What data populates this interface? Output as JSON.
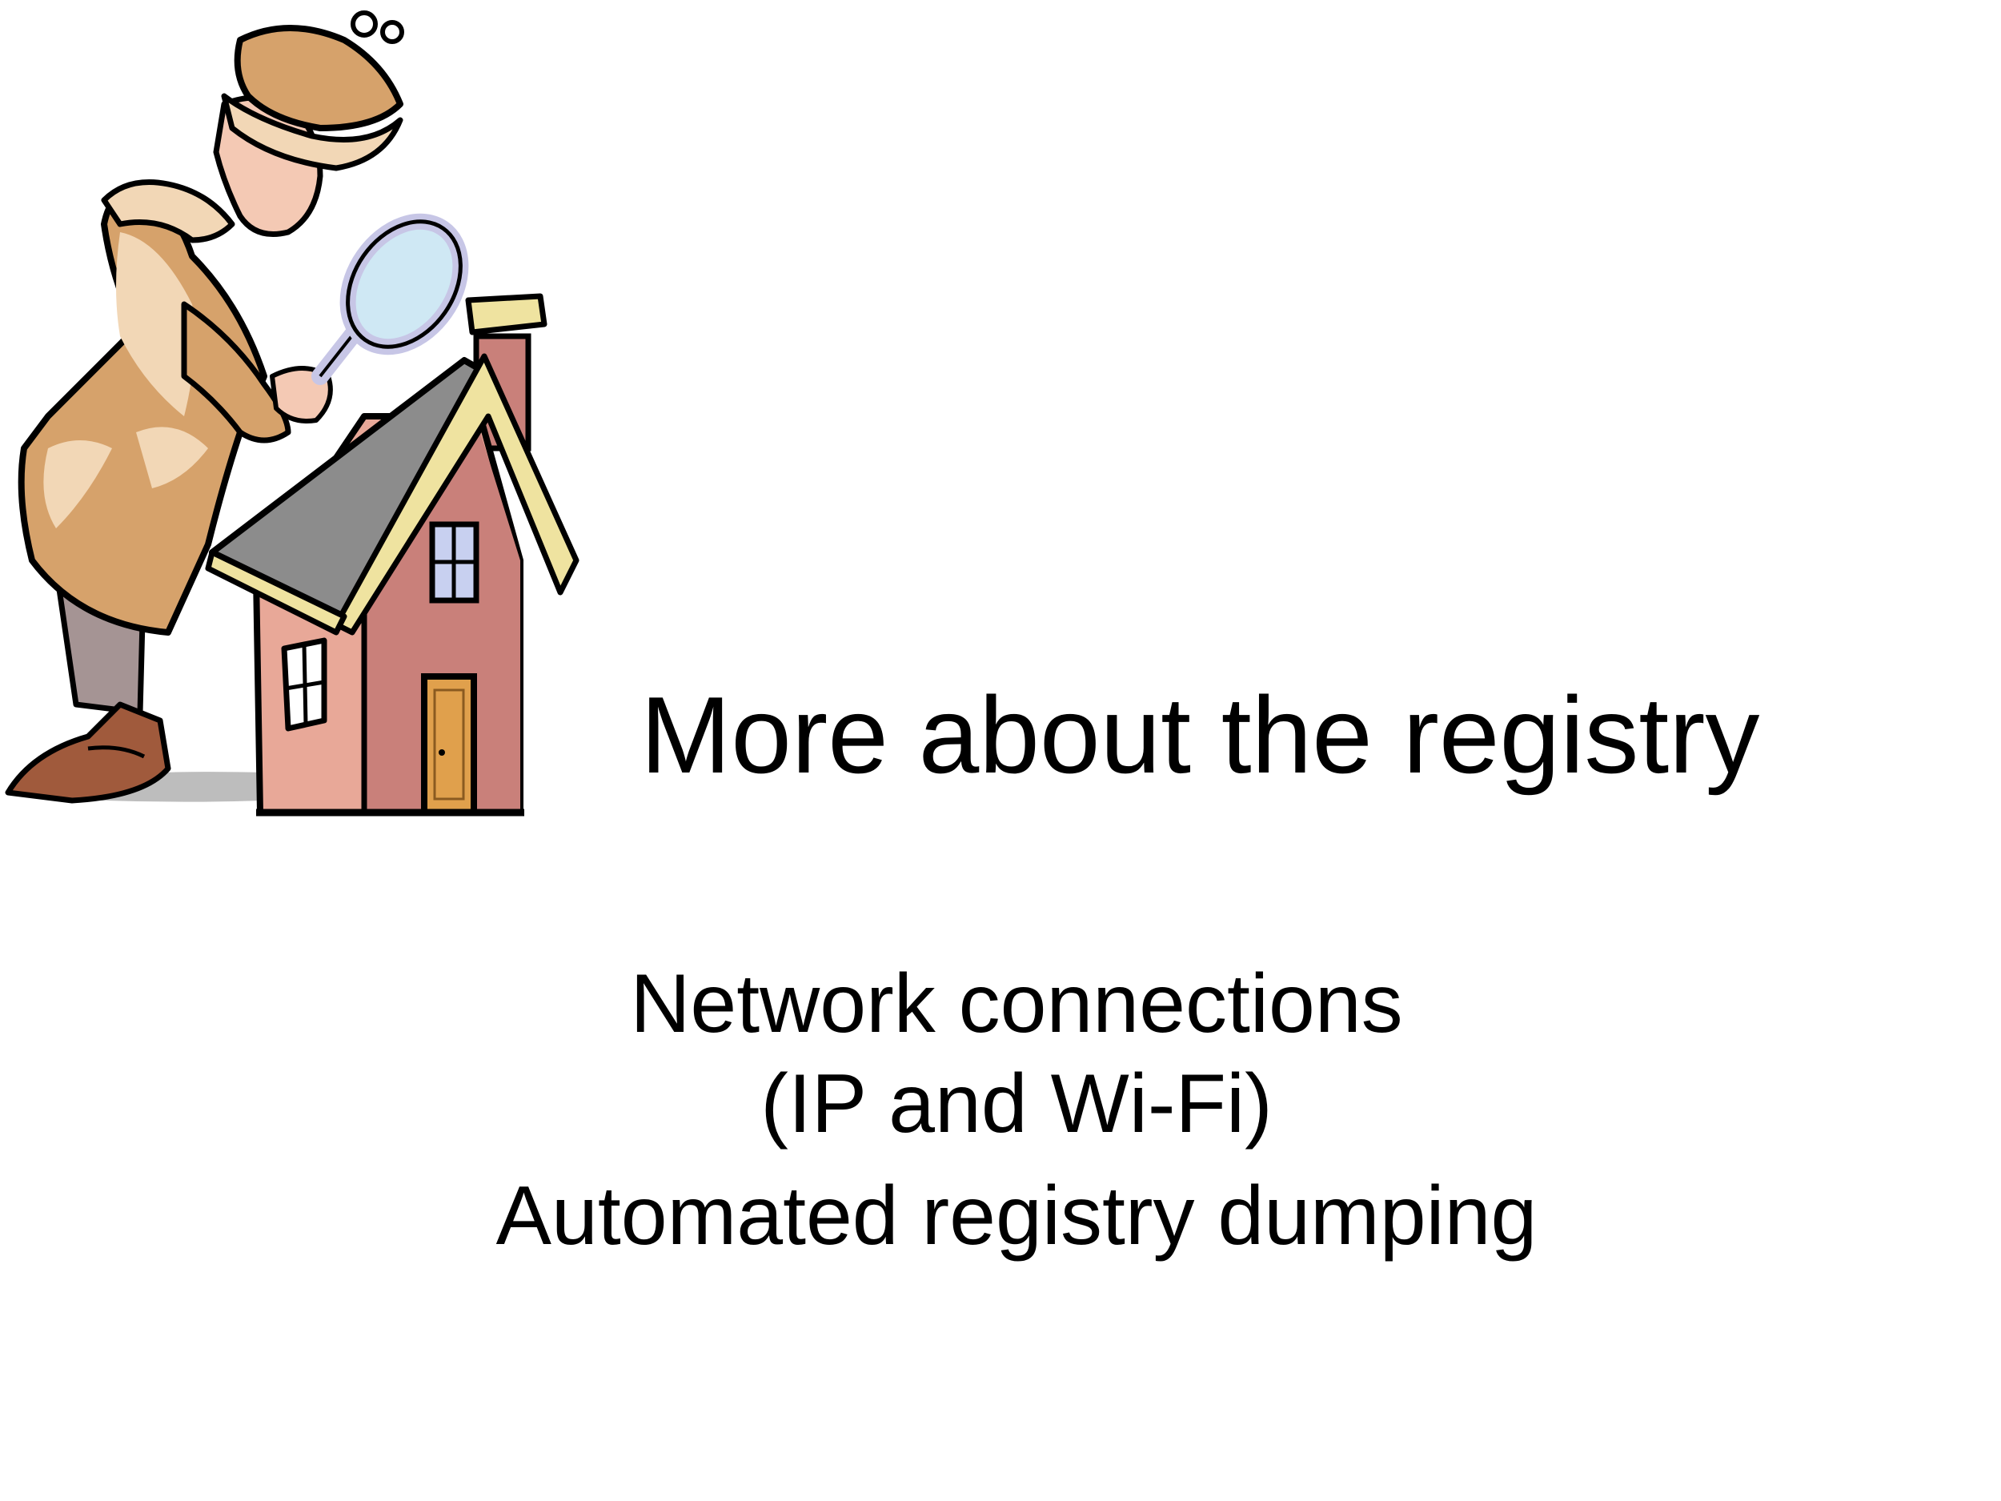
{
  "slide": {
    "title": "More about the registry",
    "subtitle_lines": [
      "Network connections",
      "(IP and Wi-Fi)",
      "Automated registry dumping"
    ],
    "illustration": {
      "icon": "detective-inspecting-house-illustration",
      "colors": {
        "coat": "#d6a26b",
        "coat_light": "#f2d7b6",
        "trousers": "#a59494",
        "shoes": "#a05a3c",
        "house_wall": "#c9807a",
        "house_wall_light": "#e8a898",
        "roof": "#8c8c8c",
        "roof_trim": "#efe3a0",
        "door": "#e0a04c",
        "window": "#c8d0f0",
        "lens": "#cfe8f4",
        "outline": "#000000"
      }
    }
  }
}
